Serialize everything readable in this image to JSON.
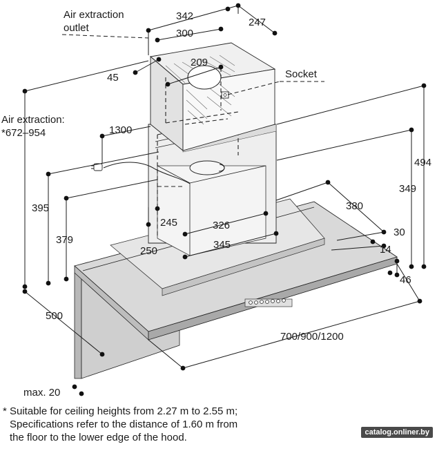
{
  "labels": {
    "air_extraction_outlet_1": "Air extraction",
    "air_extraction_outlet_2": "outlet",
    "socket": "Socket",
    "air_extraction_1": "Air extraction:",
    "air_extraction_2": "*672–954"
  },
  "dimensions": {
    "d342": "342",
    "d247": "247",
    "d300": "300",
    "d209": "209",
    "d45": "45",
    "d1300": "1300",
    "d494": "494",
    "d395": "395",
    "d379": "379",
    "d349": "349",
    "d380": "380",
    "d245": "245",
    "d326": "326",
    "d30": "30",
    "d345": "345",
    "d250": "250",
    "d14": "14",
    "d46": "46",
    "d500": "500",
    "d700": "700/900/1200",
    "dmax20": "max. 20"
  },
  "footnote": {
    "line1": "* Suitable for ceiling heights from 2.27 m to 2.55 m;",
    "line2": "Specifications refer to the distance of 1.60 m from",
    "line3": "the floor to the lower edge of the hood."
  },
  "watermark": "catalog.onliner.by"
}
